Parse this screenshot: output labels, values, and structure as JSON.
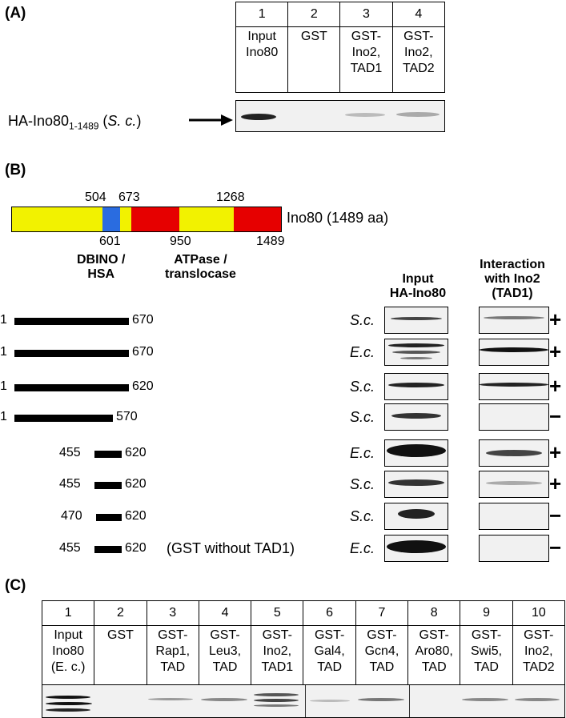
{
  "panelA": {
    "letter": "(A)",
    "lanes": [
      {
        "num": "1",
        "label": [
          "Input",
          "Ino80"
        ]
      },
      {
        "num": "2",
        "label": [
          "GST"
        ]
      },
      {
        "num": "3",
        "label": [
          "GST-",
          "Ino2,",
          "TAD1"
        ]
      },
      {
        "num": "4",
        "label": [
          "GST-",
          "Ino2,",
          "TAD2"
        ]
      }
    ],
    "blot_label_main": "HA-Ino80",
    "blot_label_sub": "1-1489",
    "blot_label_species": "S. c."
  },
  "panelB": {
    "letter": "(B)",
    "protein_label": "Ino80 (1489 aa)",
    "positions_top": [
      "504",
      "673",
      "1268"
    ],
    "positions_bottom": [
      "601",
      "950",
      "1489"
    ],
    "domain_dbino": [
      "DBINO /",
      "HSA"
    ],
    "domain_atpase": [
      "ATPase /",
      "translocase"
    ],
    "col_input": [
      "Input",
      "HA-Ino80"
    ],
    "col_interaction": [
      "Interaction",
      "with Ino2",
      "(TAD1)"
    ],
    "rows": [
      {
        "start": "1",
        "end": "670",
        "species": "S.c.",
        "result": "+"
      },
      {
        "start": "1",
        "end": "670",
        "species": "E.c.",
        "result": "+"
      },
      {
        "start": "1",
        "end": "620",
        "species": "S.c.",
        "result": "+"
      },
      {
        "start": "1",
        "end": "570",
        "species": "S.c.",
        "result": "−"
      },
      {
        "start": "455",
        "end": "620",
        "species": "E.c.",
        "result": "+"
      },
      {
        "start": "455",
        "end": "620",
        "species": "S.c.",
        "result": "+"
      },
      {
        "start": "470",
        "end": "620",
        "species": "S.c.",
        "result": "−"
      },
      {
        "start": "455",
        "end": "620",
        "species": "E.c.",
        "result": "−",
        "note": "(GST without TAD1)"
      }
    ]
  },
  "panelC": {
    "letter": "(C)",
    "lanes": [
      {
        "num": "1",
        "label": [
          "Input",
          "Ino80",
          "(E. c.)"
        ]
      },
      {
        "num": "2",
        "label": [
          "GST"
        ]
      },
      {
        "num": "3",
        "label": [
          "GST-",
          "Rap1,",
          "TAD"
        ]
      },
      {
        "num": "4",
        "label": [
          "GST-",
          "Leu3,",
          "TAD"
        ]
      },
      {
        "num": "5",
        "label": [
          "GST-",
          "Ino2,",
          "TAD1"
        ]
      },
      {
        "num": "6",
        "label": [
          "GST-",
          "Gal4,",
          "TAD"
        ]
      },
      {
        "num": "7",
        "label": [
          "GST-",
          "Gcn4,",
          "TAD"
        ]
      },
      {
        "num": "8",
        "label": [
          "GST-",
          "Aro80,",
          "TAD"
        ]
      },
      {
        "num": "9",
        "label": [
          "GST-",
          "Swi5,",
          "TAD"
        ]
      },
      {
        "num": "10",
        "label": [
          "GST-",
          "Ino2,",
          "TAD2"
        ]
      }
    ]
  },
  "colors": {
    "yellow": "#f2f200",
    "blue": "#2a6ce0",
    "red": "#e60000"
  }
}
